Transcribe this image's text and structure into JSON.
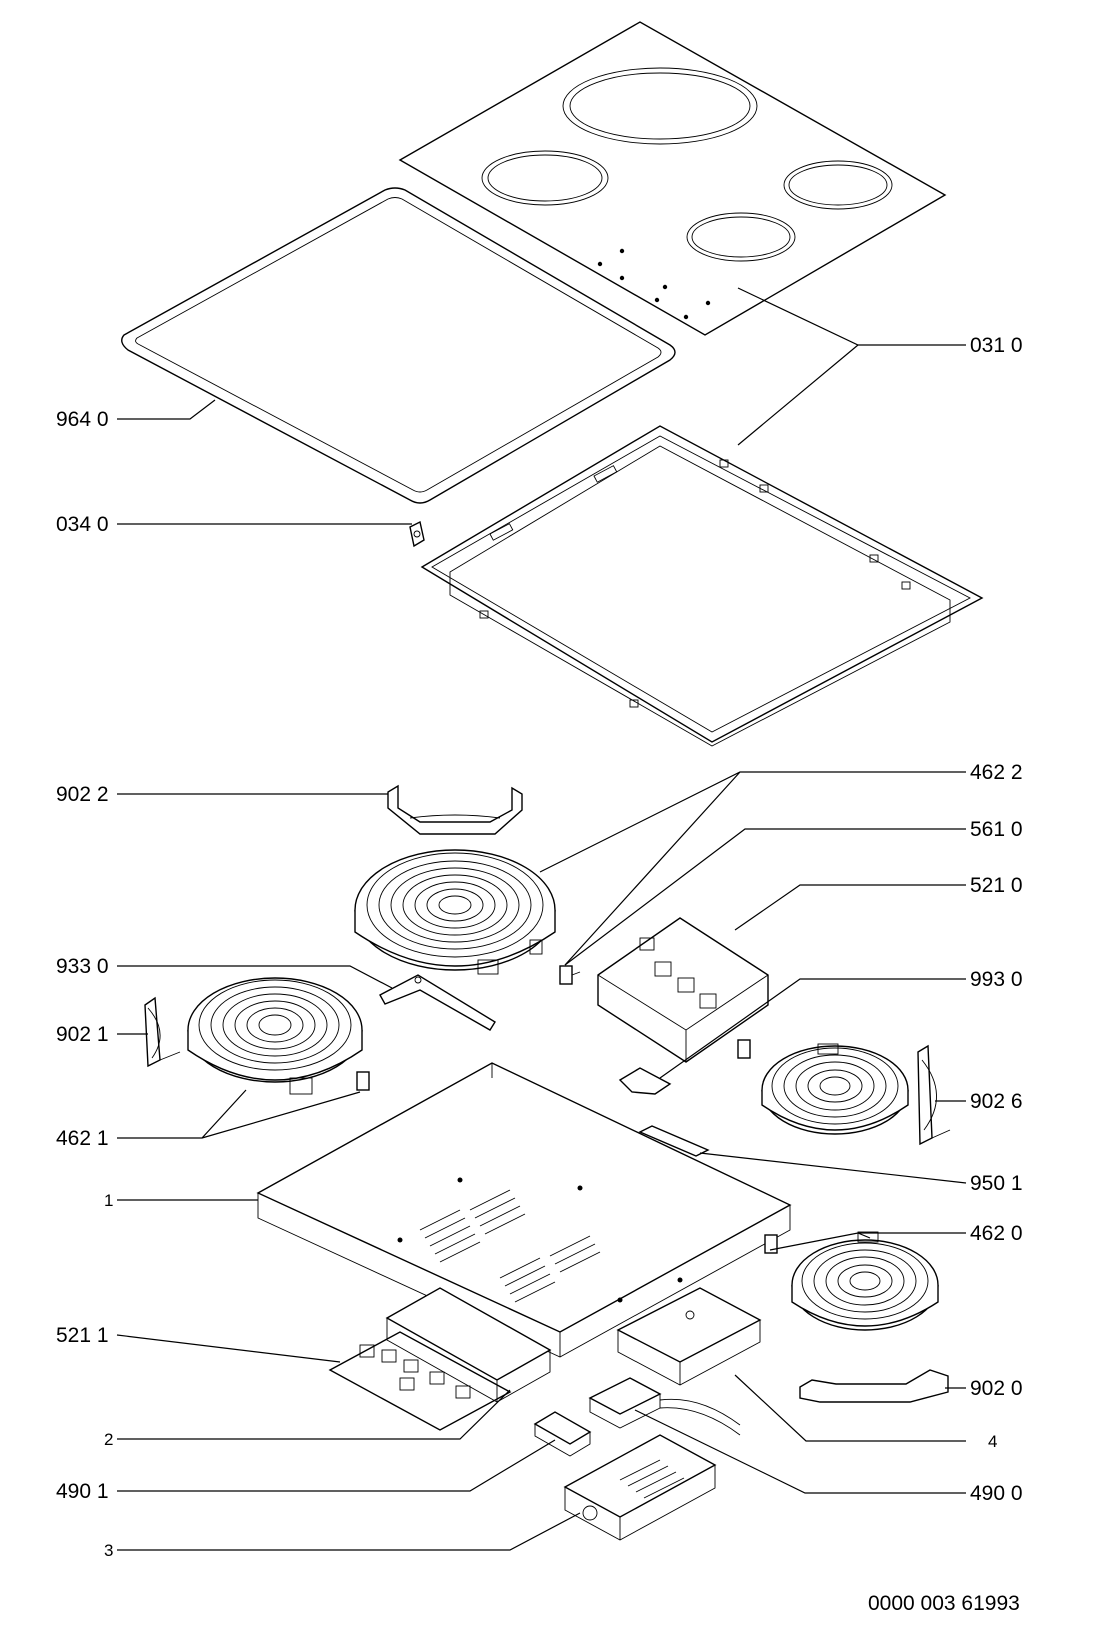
{
  "labels": {
    "l031_0": "031 0",
    "l964_0": "964 0",
    "l034_0": "034 0",
    "l902_2": "902 2",
    "l462_2": "462 2",
    "l561_0": "561 0",
    "l521_0": "521 0",
    "l933_0": "933 0",
    "l993_0": "993 0",
    "l902_1": "902 1",
    "l902_6": "902 6",
    "l462_1": "462 1",
    "l950_1": "950 1",
    "l1": "1",
    "l462_0": "462 0",
    "l521_1": "521 1",
    "l902_0": "902 0",
    "l2": "2",
    "l4": "4",
    "l490_1": "490 1",
    "l490_0": "490 0",
    "l3": "3"
  },
  "drawing_code": "0000 003 61993"
}
